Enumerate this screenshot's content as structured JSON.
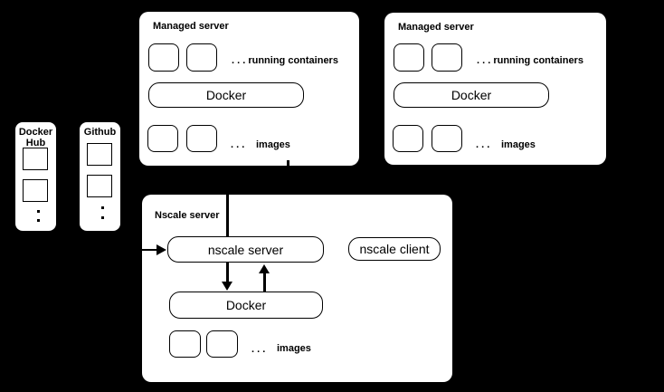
{
  "colors": {
    "background": "#000000",
    "panel": "#ffffff",
    "stroke": "#000000",
    "text": "#000000"
  },
  "managed_servers": [
    {
      "title": "Managed server",
      "containers_caption": ". . . running containers",
      "docker_label": "Docker",
      "images_dots": ". . .",
      "images_caption": "images"
    },
    {
      "title": "Managed server",
      "containers_caption": ". . . running containers",
      "docker_label": "Docker",
      "images_dots": ". . .",
      "images_caption": "images"
    }
  ],
  "docker_hub": {
    "title_line1": "Docker",
    "title_line2": "Hub"
  },
  "github": {
    "title": "Github"
  },
  "nscale": {
    "title": "Nscale server",
    "server_label": "nscale server",
    "client_label": "nscale client",
    "docker_label": "Docker",
    "images_dots": ". . .",
    "images_caption": "images"
  }
}
